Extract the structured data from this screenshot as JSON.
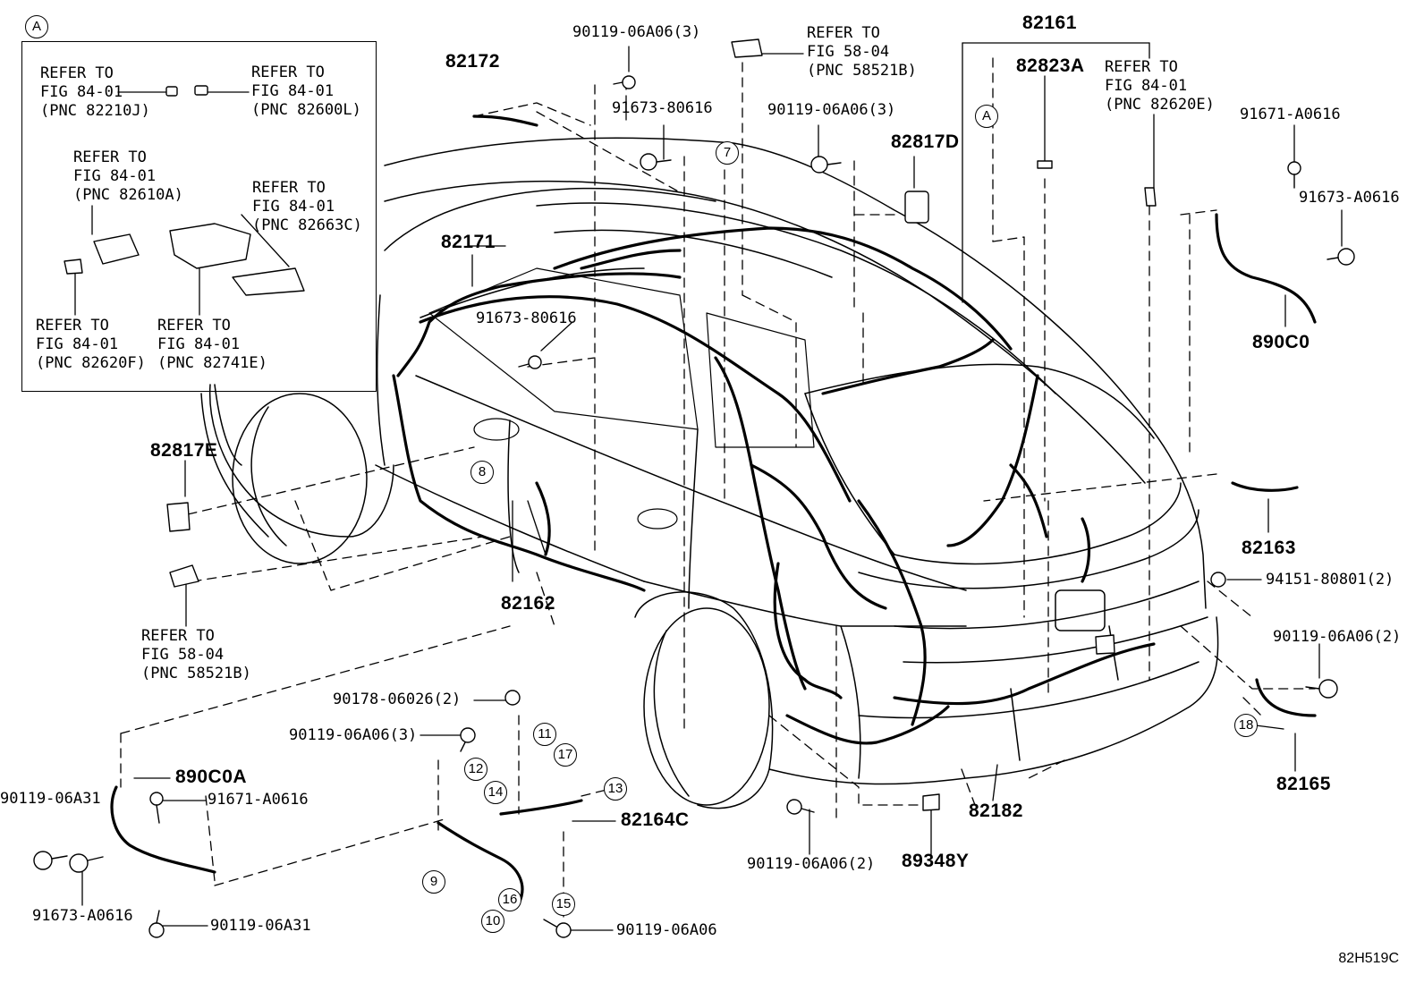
{
  "diagram_code": "82H519C",
  "inset": {
    "marker": "A",
    "refs": [
      {
        "lines": [
          "REFER TO",
          "FIG 84-01",
          "(PNC 82210J)"
        ]
      },
      {
        "lines": [
          "REFER TO",
          "FIG 84-01",
          "(PNC 82600L)"
        ]
      },
      {
        "lines": [
          "REFER TO",
          "FIG 84-01",
          "(PNC 82610A)"
        ]
      },
      {
        "lines": [
          "REFER TO",
          "FIG 84-01",
          "(PNC 82663C)"
        ]
      },
      {
        "lines": [
          "REFER TO",
          "FIG 84-01",
          "(PNC 82620F)"
        ]
      },
      {
        "lines": [
          "REFER TO",
          "FIG 84-01",
          "(PNC 82741E)"
        ]
      }
    ]
  },
  "main_refs": [
    {
      "lines": [
        "REFER TO",
        "FIG 58-04",
        "(PNC 58521B)"
      ]
    },
    {
      "lines": [
        "REFER TO",
        "FIG 84-01",
        "(PNC 82620E)"
      ]
    },
    {
      "lines": [
        "REFER TO",
        "FIG 58-04",
        "(PNC 58521B)"
      ]
    }
  ],
  "part_labels": [
    "82172",
    "90119-06A06(3)",
    "91673-80616",
    "90119-06A06(3)",
    "82817D",
    "82161",
    "82823A",
    "91671-A0616",
    "91673-A0616",
    "890C0",
    "82171",
    "91673-80616",
    "82817E",
    "82163",
    "94151-80801(2)",
    "82162",
    "90119-06A06(2)",
    "90178-06026(2)",
    "90119-06A06(3)",
    "890C0A",
    "90119-06A31",
    "91671-A0616",
    "82164C",
    "82182",
    "82165",
    "90119-06A06(2)",
    "89348Y",
    "91673-A0616",
    "90119-06A31",
    "90119-06A06"
  ],
  "callouts": [
    "7",
    "8",
    "9",
    "10",
    "11",
    "12",
    "13",
    "14",
    "15",
    "16",
    "17",
    "18"
  ],
  "markers": [
    "A"
  ]
}
